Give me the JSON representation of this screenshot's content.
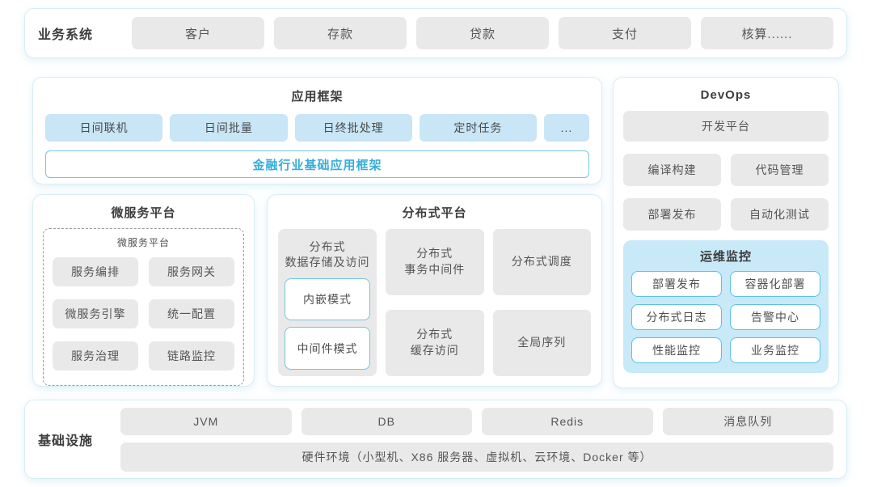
{
  "business": {
    "label": "业务系统",
    "items": [
      "客户",
      "存款",
      "贷款",
      "支付",
      "核算......"
    ]
  },
  "app_framework": {
    "title": "应用框架",
    "modules": [
      "日间联机",
      "日间批量",
      "日终批处理",
      "定时任务"
    ],
    "more": "...",
    "base_framework": "金融行业基础应用框架"
  },
  "devops": {
    "title": "DevOps",
    "dev_platform": "开发平台",
    "tools": [
      "编译构建",
      "代码管理",
      "部署发布",
      "自动化测试"
    ],
    "ops_monitor": {
      "title": "运维监控",
      "items": [
        "部署发布",
        "容器化部署",
        "分布式日志",
        "告警中心",
        "性能监控",
        "业务监控"
      ]
    }
  },
  "microservice": {
    "title": "微服务平台",
    "inner_title": "微服务平台",
    "items": [
      "服务编排",
      "服务网关",
      "微服务引擎",
      "统一配置",
      "服务治理",
      "链路监控"
    ]
  },
  "distributed": {
    "title": "分布式平台",
    "storage": {
      "label": "分布式\n数据存储及访问",
      "modes": [
        "内嵌模式",
        "中间件模式"
      ]
    },
    "cells": [
      "分布式\n事务中间件",
      "分布式调度",
      "分布式\n缓存访问",
      "全局序列"
    ]
  },
  "infrastructure": {
    "label": "基础设施",
    "items": [
      "JVM",
      "DB",
      "Redis",
      "消息队列"
    ],
    "hardware": "硬件环境（小型机、X86 服务器、虚拟机、云环境、Docker 等）"
  },
  "colors": {
    "panel_border": "#d7edf5",
    "gray_box": "#e9e9e9",
    "blue_box": "#c8e6f5",
    "monitor_bg": "#c8e9f8",
    "monitor_box_border": "#5cc2e5",
    "accent_text": "#35aed8",
    "text": "#555555"
  }
}
